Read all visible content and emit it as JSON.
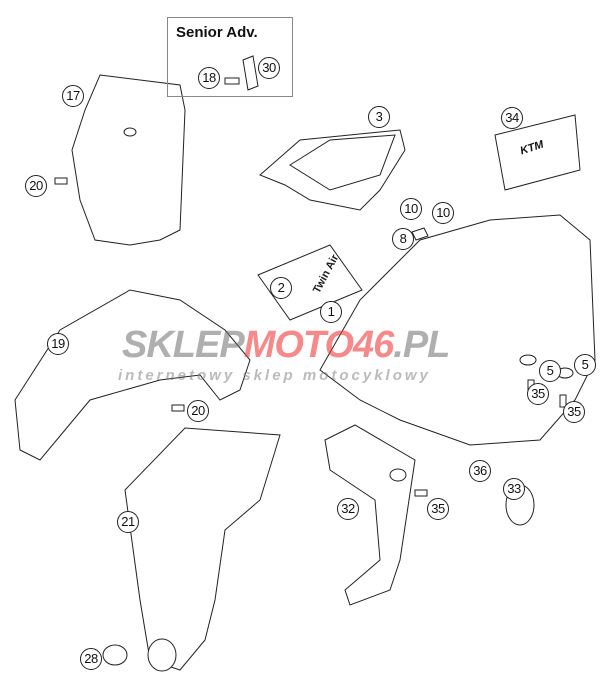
{
  "box_title": "Senior Adv.",
  "watermark": {
    "part1": "SKLEP",
    "part2": "MOTO46",
    ".pl": ".PL",
    "tagline": "internetowy sklep motocyklowy"
  },
  "card_label": "Twin Air",
  "logo": "KTM",
  "callouts": [
    "17",
    "18",
    "30",
    "3",
    "34",
    "20",
    "10",
    "10",
    "8",
    "2",
    "19",
    "1",
    "5",
    "5",
    "35",
    "35",
    "20",
    "36",
    "33",
    "32",
    "35",
    "21",
    "28"
  ]
}
